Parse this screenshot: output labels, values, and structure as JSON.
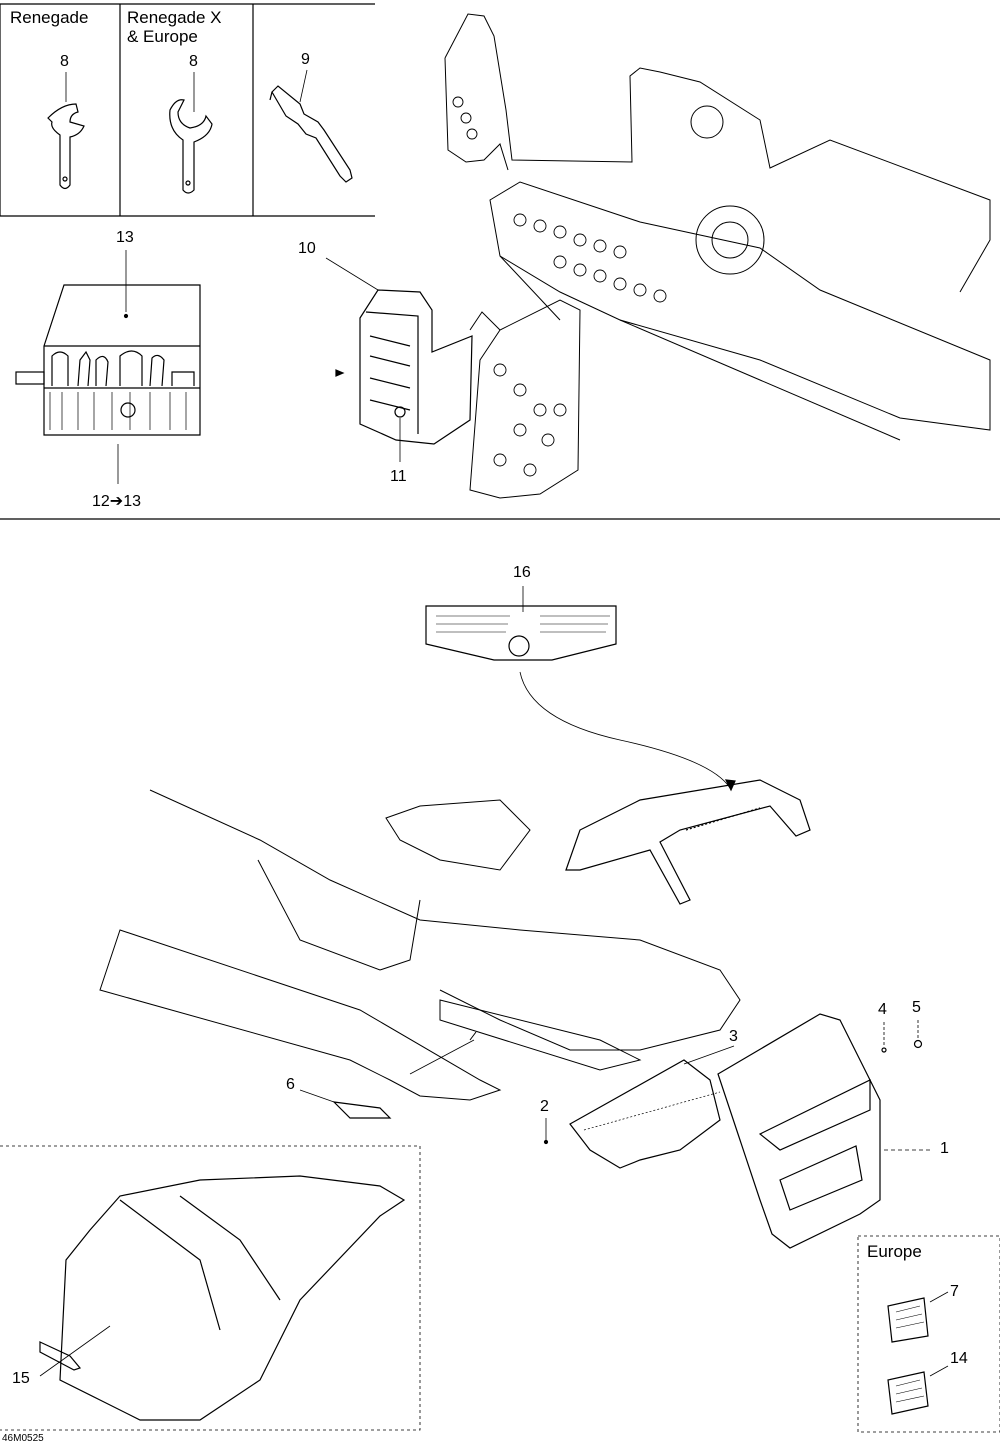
{
  "boxes": {
    "renegade": "Renegade",
    "renegade_x_europe_line1": "Renegade X",
    "renegade_x_europe_line2": "& Europe",
    "europe": "Europe"
  },
  "callouts": {
    "c1": "1",
    "c2": "2",
    "c3": "3",
    "c4": "4",
    "c5": "5",
    "c6": "6",
    "c7": "7",
    "c8a": "8",
    "c8b": "8",
    "c9": "9",
    "c10": "10",
    "c11": "11",
    "c12_13": "12➔13",
    "c13": "13",
    "c14": "14",
    "c15": "15",
    "c16": "16"
  },
  "drawing_code": "46M0525",
  "colors": {
    "line": "#000000",
    "background": "#ffffff"
  }
}
